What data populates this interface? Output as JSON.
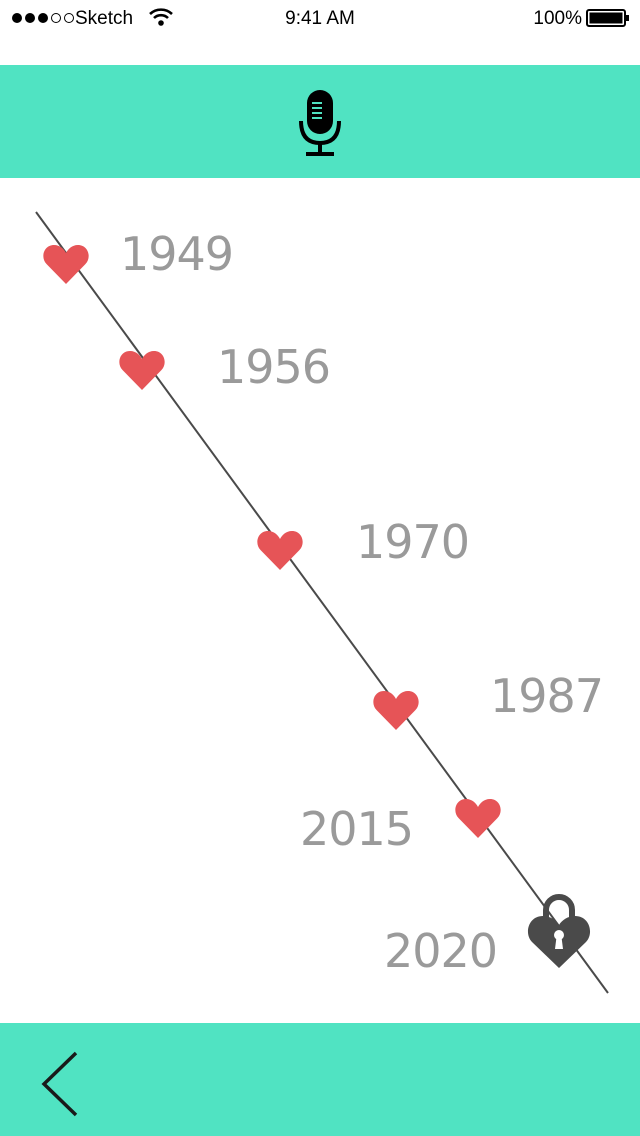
{
  "colors": {
    "accent": "#50E3C2",
    "heart": "#E65457",
    "lock": "#4a4a4a",
    "year_text": "#9a9a9a",
    "line": "#4a4a4a"
  },
  "status_bar": {
    "carrier": "Sketch",
    "time": "9:41 AM",
    "battery": "100%"
  },
  "header": {
    "icon": "microphone-icon"
  },
  "timeline": {
    "entries": [
      {
        "year": "1949",
        "icon": "heart-icon"
      },
      {
        "year": "1956",
        "icon": "heart-icon"
      },
      {
        "year": "1970",
        "icon": "heart-icon"
      },
      {
        "year": "1987",
        "icon": "heart-icon"
      },
      {
        "year": "2015",
        "icon": "heart-icon"
      }
    ],
    "final": {
      "year": "2020",
      "icon": "heart-lock-icon"
    }
  },
  "footer": {
    "icon": "chevron-left-icon"
  }
}
